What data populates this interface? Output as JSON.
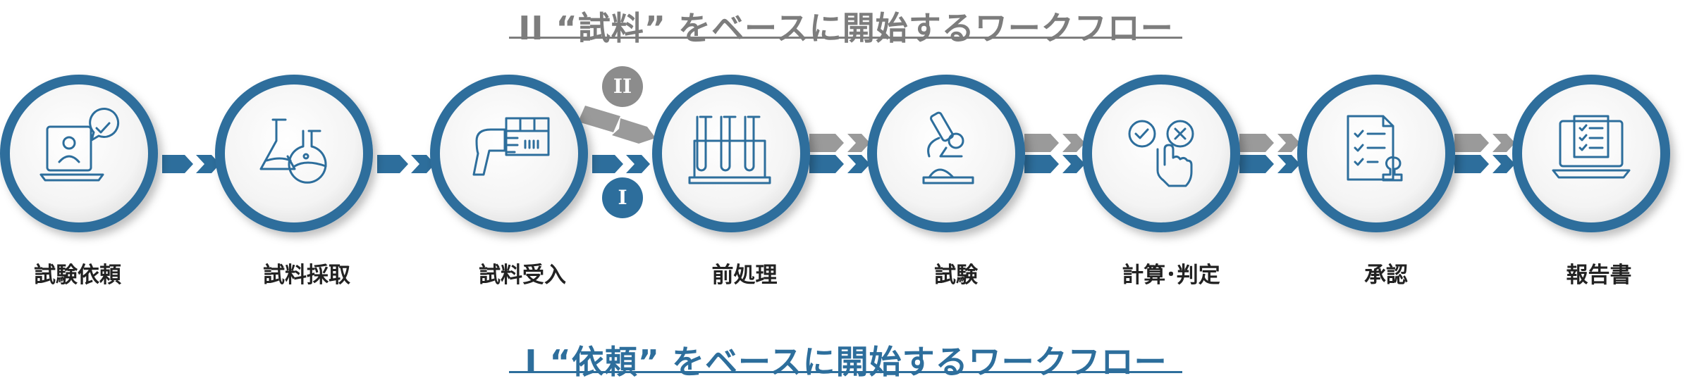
{
  "title_top": "II “試料” をベースに開始するワークフロー",
  "title_bottom": "I “依頼” をベースに開始するワークフロー",
  "badges": {
    "top": "II",
    "bottom": "I"
  },
  "colors": {
    "blue": "#2d6e9c",
    "gray": "#8c8c8c",
    "text": "#222222"
  },
  "steps": [
    {
      "label": "試験依頼",
      "icon": "laptop-person-check-icon"
    },
    {
      "label": "試料採取",
      "icon": "lab-flasks-icon"
    },
    {
      "label": "試料受入",
      "icon": "barcode-scanner-box-icon"
    },
    {
      "label": "前処理",
      "icon": "test-tubes-rack-icon"
    },
    {
      "label": "試験",
      "icon": "microscope-icon"
    },
    {
      "label": "計算･判定",
      "icon": "hand-check-cross-icon"
    },
    {
      "label": "承認",
      "icon": "document-stamp-icon"
    },
    {
      "label": "報告書",
      "icon": "laptop-checklist-icon"
    }
  ]
}
